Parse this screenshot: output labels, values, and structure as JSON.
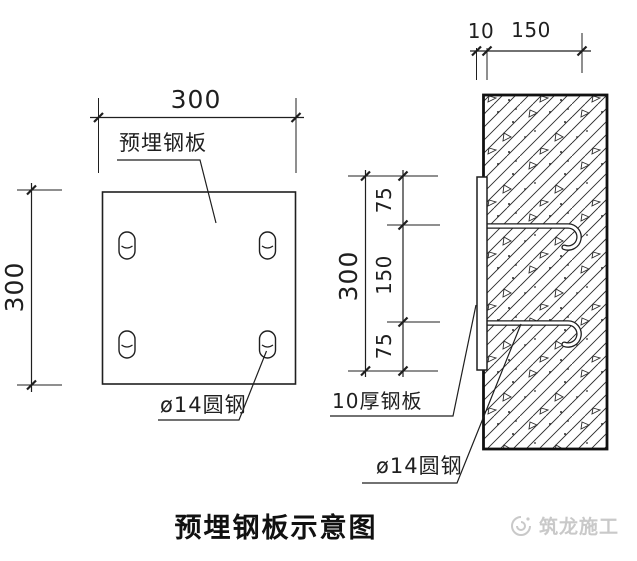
{
  "title": "预埋钢板示意图",
  "watermark": {
    "brand": "筑龙施工"
  },
  "plan_view": {
    "dims": {
      "width": "300",
      "height": "300"
    },
    "labels": {
      "plate": "预埋钢板",
      "bar": "ø14圆钢"
    }
  },
  "section_view": {
    "dims": {
      "plate_thickness": "10",
      "embed_length": "150",
      "overall": "300",
      "upper": "75",
      "middle": "150",
      "lower": "75"
    },
    "labels": {
      "plate": "10厚钢板",
      "bar": "ø14圆钢"
    }
  },
  "colors": {
    "line": "#1f1f1f",
    "concrete_outline": "#111111",
    "watermark": "#c9c9c9",
    "background": "#ffffff"
  }
}
